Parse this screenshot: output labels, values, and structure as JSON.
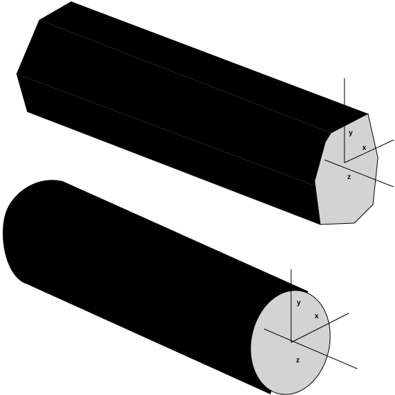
{
  "colors": {
    "body": "#000000",
    "end_face": "#d3d3d3",
    "edge": "#000000",
    "background": "#ffffff"
  },
  "prism": {
    "shape": "octagonal prism",
    "axes": {
      "y_label": "y",
      "x_label": "x",
      "z_label": "z"
    }
  },
  "cylinder": {
    "shape": "circular cylinder",
    "axes": {
      "y_label": "y",
      "x_label": "x",
      "z_label": "z"
    }
  }
}
